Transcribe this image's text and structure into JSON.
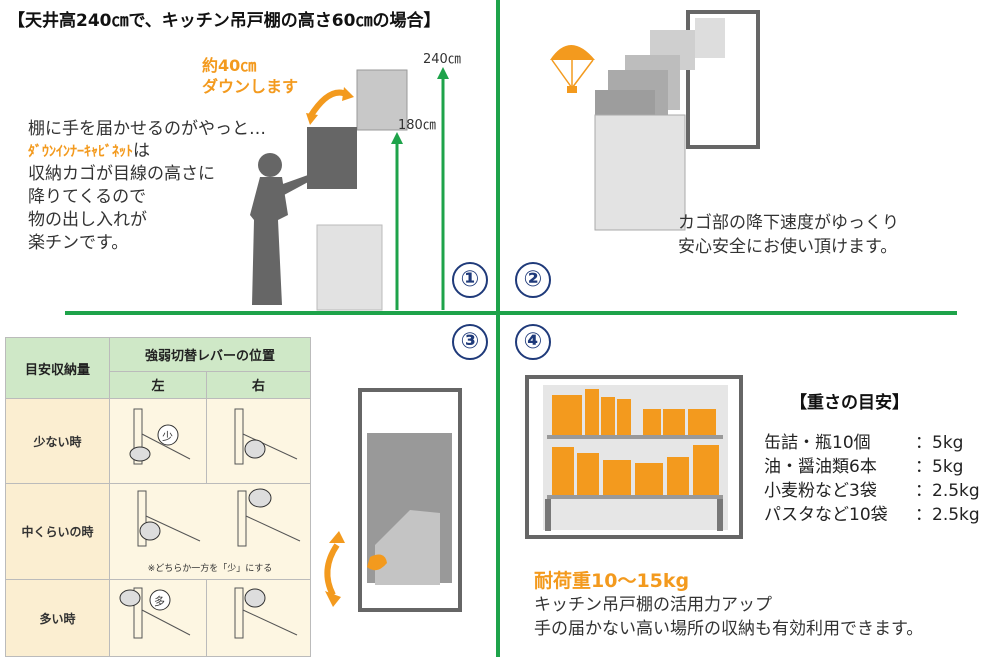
{
  "title": "【天井高240㎝で、キッチン吊戸棚の高さ60㎝の場合】",
  "panel1": {
    "callout_line1": "約40㎝",
    "callout_line2": "ダウンします",
    "label_240": "240㎝",
    "label_180": "180㎝",
    "text_line1": "棚に手を届かせるのがやっと…",
    "text_line2_orange": "ﾀﾞｳﾝｲﾝﾅｰｷｬﾋﾞﾈｯﾄ",
    "text_line2_rest": "は",
    "text_line3": "収納カゴが目線の高さに",
    "text_line4": "降りてくるので",
    "text_line5": "物の出し入れが",
    "text_line6": "楽チンです。",
    "number": "①"
  },
  "panel2": {
    "text_line1": "カゴ部の降下速度がゆっくり",
    "text_line2": "安心安全にお使い頂けます。",
    "number": "②"
  },
  "panel3": {
    "number": "③",
    "table": {
      "col_header_left": "目安収納量",
      "col_header_group": "強弱切替レバーの位置",
      "sub_left": "左",
      "sub_right": "右",
      "rows": [
        "少ない時",
        "中くらいの時",
        "多い時"
      ],
      "note": "※どちらか一方を「少」にする",
      "badge_small": "少",
      "badge_large": "多"
    }
  },
  "panel4": {
    "number": "④",
    "weight_title": "【重さの目安】",
    "weights": [
      {
        "item": "缶詰・瓶10個",
        "value": "：5kg"
      },
      {
        "item": "油・醤油類6本",
        "value": "：5kg"
      },
      {
        "item": "小麦粉など3袋",
        "value": "：2.5kg"
      },
      {
        "item": "パスタなど10袋",
        "value": "：2.5kg"
      }
    ],
    "load_title": "耐荷重10～15kg",
    "text_line1": "キッチン吊戸棚の活用力アップ",
    "text_line2": "手の届かない高い場所の収納も有効利用できます。"
  },
  "colors": {
    "green": "#1ea34a",
    "orange": "#f39a1e",
    "navy": "#1f3a7a"
  }
}
